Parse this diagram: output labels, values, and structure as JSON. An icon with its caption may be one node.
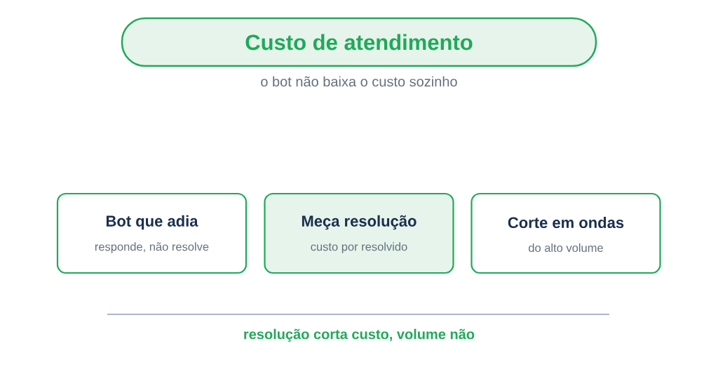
{
  "diagram": {
    "title": "Custo de atendimento",
    "caption": "resolução corta custo, volume não",
    "nodes": [
      {
        "text": [
          "Bot que adia",
          "responde, não resolve"
        ]
      },
      {
        "text": [
          "Meça resolução",
          "custo por resolvido"
        ]
      },
      {
        "text": [
          "Corte em ondas",
          "do alto volume"
        ]
      }
    ],
    "labels": [
      "o bot não baixa o custo sozinho"
    ]
  }
}
